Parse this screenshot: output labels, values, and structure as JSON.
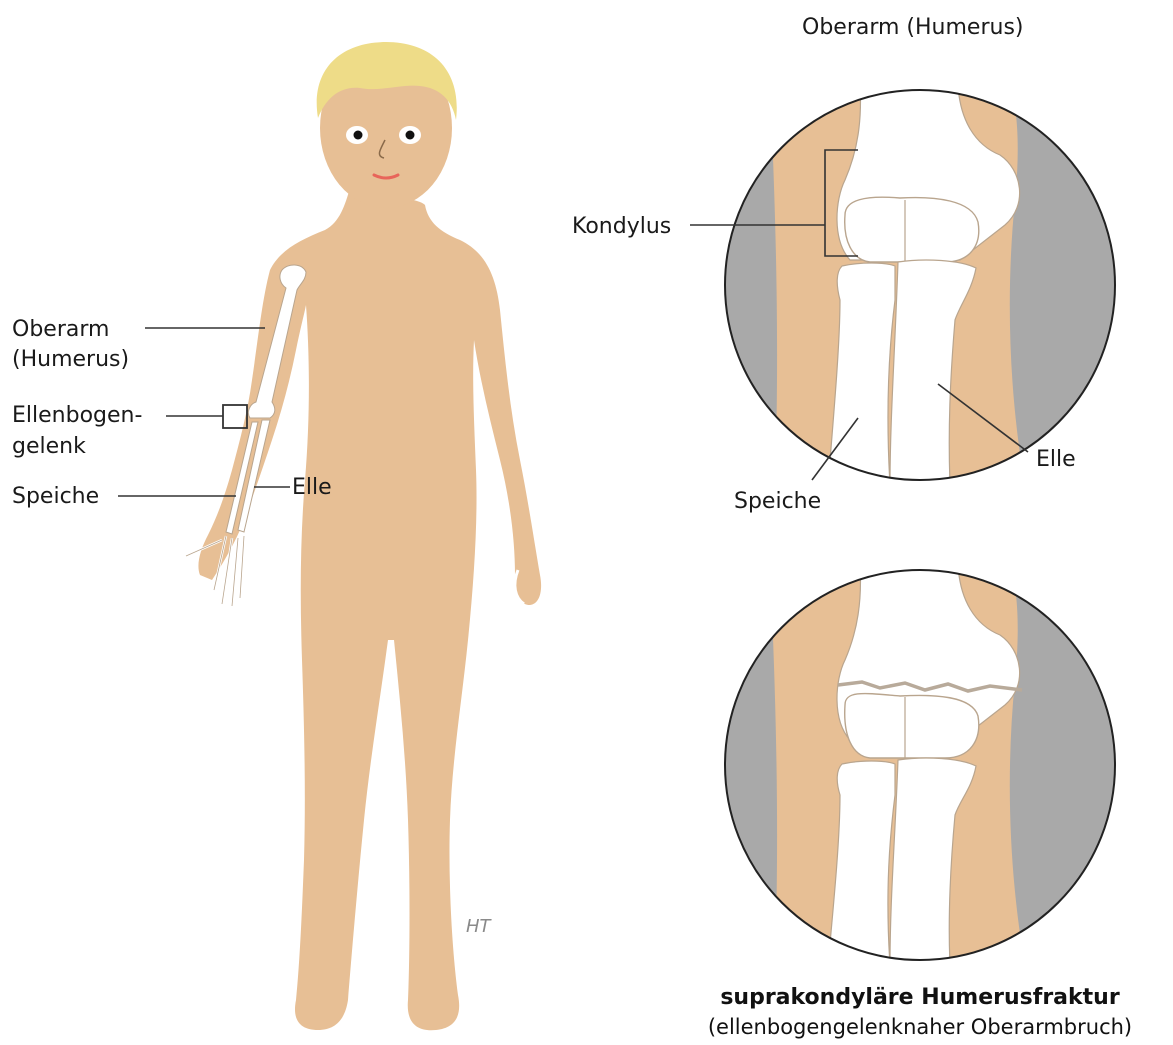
{
  "colors": {
    "skin": "#e7bf95",
    "hair": "#eedc88",
    "bone": "#ffffff",
    "bone_outline": "#b9a58e",
    "tissue_grey": "#a9a9a9",
    "lips": "#e8655a",
    "fracture_line": "#b8aa9a"
  },
  "figure": {
    "labels": {
      "humerus_line1": "Oberarm",
      "humerus_line2": "(Humerus)",
      "elbow_line1": "Ellenbogen-",
      "elbow_line2": "gelenk",
      "radius": "Speiche",
      "ulna": "Elle"
    },
    "signature": "HT"
  },
  "detail_top": {
    "humerus": "Oberarm (Humerus)",
    "condyle": "Kondylus",
    "radius": "Speiche",
    "ulna": "Elle"
  },
  "caption": {
    "title": "suprakondyläre Humerusfraktur",
    "subtitle": "(ellenbogengelenknaher Oberarmbruch)"
  }
}
